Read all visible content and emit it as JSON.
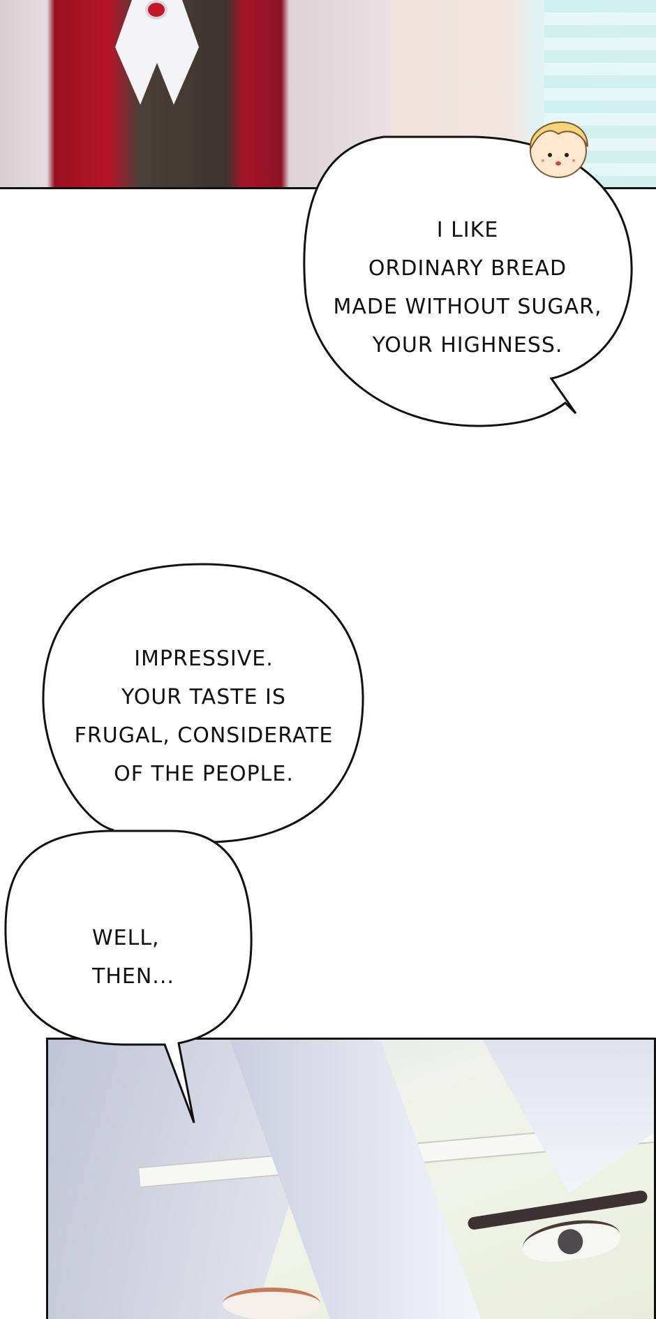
{
  "bubbles": [
    {
      "lines": [
        "I like",
        "ordinary bread",
        "made without sugar,",
        "your Highness."
      ]
    },
    {
      "lines": [
        "Impressive.",
        "Your taste is",
        "frugal, considerate",
        "of the people."
      ]
    },
    {
      "lines": [
        "Well,",
        "then..."
      ]
    }
  ]
}
